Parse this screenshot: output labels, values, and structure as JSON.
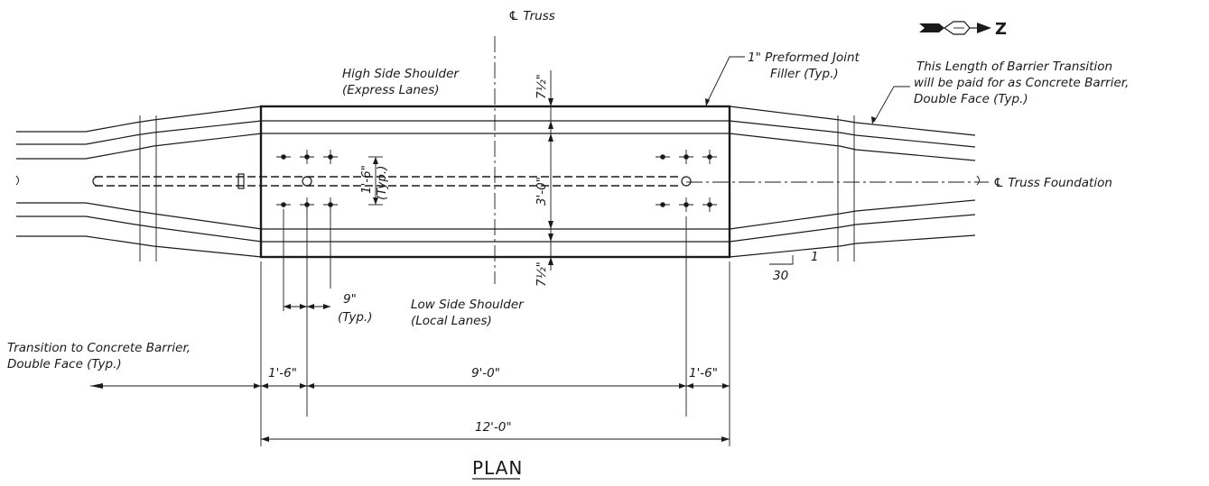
{
  "labels": {
    "truss_cl": "℄ Truss",
    "truss_foundation_cl": "℄ Truss Foundation",
    "high_side_1": "High Side Shoulder",
    "high_side_2": "(Express Lanes)",
    "low_side_1": "Low Side Shoulder",
    "low_side_2": "(Local Lanes)",
    "joint_1": "1\" Preformed Joint",
    "joint_2": "Filler (Typ.)",
    "barrier_1": "This Length of Barrier Transition",
    "barrier_2": "will be paid for as Concrete Barrier,",
    "barrier_3": "Double Face (Typ.)",
    "transition_1": "Transition to Concrete Barrier,",
    "transition_2": "Double Face (Typ.)",
    "spacing_9": "9\"",
    "spacing_9_typ": "(Typ.)",
    "dim_top": "7½\"",
    "dim_mid": "3'-0\"",
    "dim_bot": "7½\"",
    "dim_bolt": "1'-6\"",
    "dim_bolt_typ": "(Typ.)",
    "dim_left": "1'-6\"",
    "dim_center": "9'-0\"",
    "dim_right": "1'-6\"",
    "dim_total": "12'-0\"",
    "slope_num": "1",
    "slope_den": "30",
    "north": "Z",
    "title": "PLAN"
  }
}
